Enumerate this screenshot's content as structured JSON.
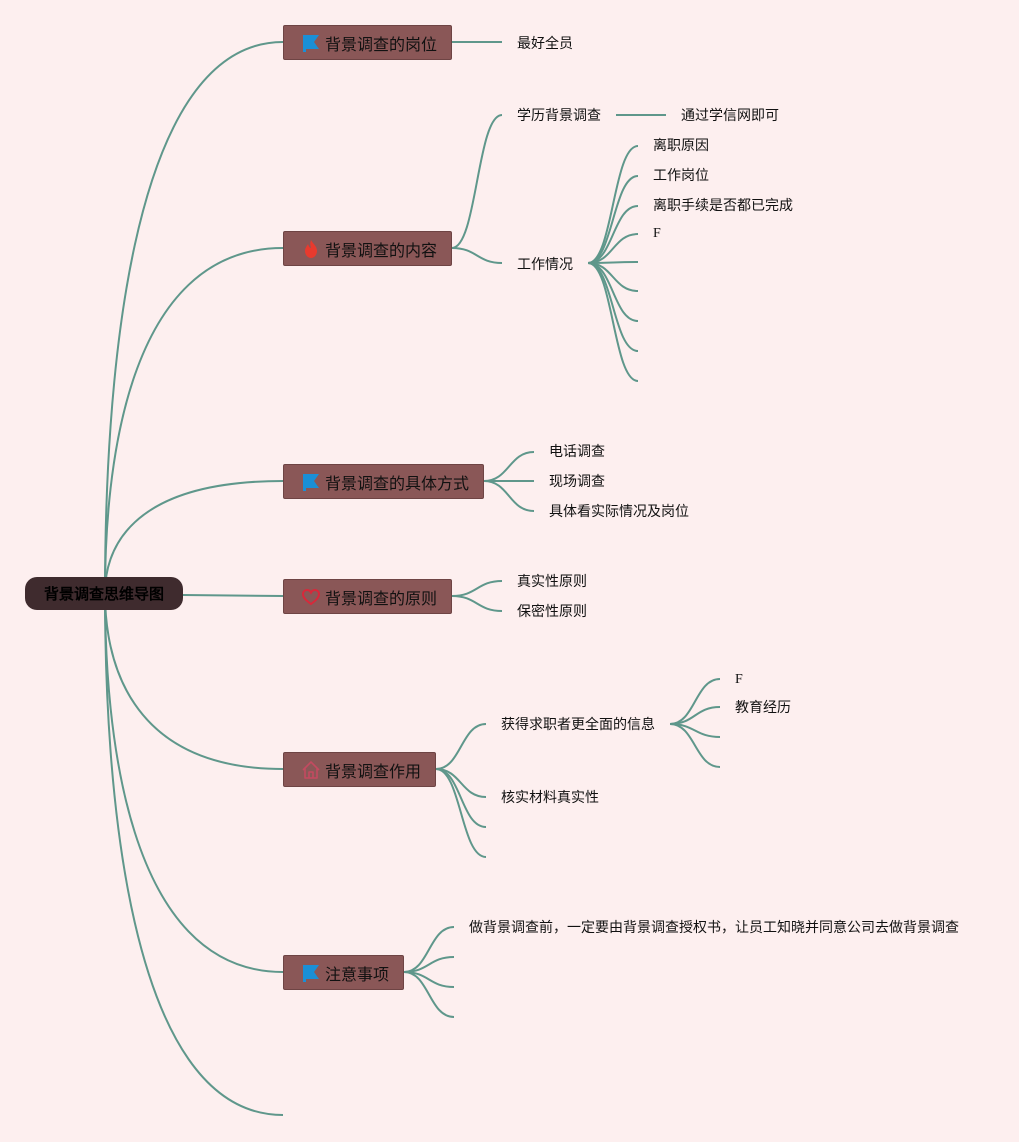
{
  "root": {
    "label": "背景调查思维导图"
  },
  "branches": [
    {
      "label": "背景调查的岗位",
      "icon": "blue-flag-icon",
      "children": [
        {
          "label": "最好全员"
        }
      ]
    },
    {
      "label": "背景调查的内容",
      "icon": "fire-icon",
      "children": [
        {
          "label": "学历背景调查",
          "children": [
            {
              "label": "通过学信网即可"
            }
          ]
        },
        {
          "label": "工作情况",
          "children": [
            {
              "label": "离职原因"
            },
            {
              "label": "工作岗位"
            },
            {
              "label": "离职手续是否都已完成"
            },
            {
              "label": "F"
            },
            {
              "label": ""
            },
            {
              "label": ""
            },
            {
              "label": ""
            },
            {
              "label": ""
            },
            {
              "label": ""
            }
          ]
        }
      ]
    },
    {
      "label": "背景调查的具体方式",
      "icon": "blue-flag-icon",
      "children": [
        {
          "label": "电话调查"
        },
        {
          "label": "现场调查"
        },
        {
          "label": "具体看实际情况及岗位"
        }
      ]
    },
    {
      "label": "背景调查的原则",
      "icon": "heart-icon",
      "children": [
        {
          "label": "真实性原则"
        },
        {
          "label": "保密性原则"
        }
      ]
    },
    {
      "label": "背景调查作用",
      "icon": "home-icon",
      "children": [
        {
          "label": "获得求职者更全面的信息",
          "children": [
            {
              "label": "F"
            },
            {
              "label": "教育经历"
            },
            {
              "label": ""
            },
            {
              "label": ""
            }
          ]
        },
        {
          "label": "核实材料真实性"
        },
        {
          "label": ""
        },
        {
          "label": ""
        }
      ]
    },
    {
      "label": "注意事项",
      "icon": "blue-flag-icon",
      "children": [
        {
          "label": "做背景调查前，一定要由背景调查授权书，让员工知晓并同意公司去做背景调查"
        },
        {
          "label": ""
        },
        {
          "label": ""
        },
        {
          "label": ""
        }
      ]
    }
  ],
  "colors": {
    "background": "#fdefef",
    "root_fill": "#3f2b2e",
    "branch_fill": "#8a5757",
    "link": "#5f978b",
    "flag_blue": "#1a8fd6",
    "fire_red": "#e83a2e",
    "heart_red": "#d9283a",
    "home_pink": "#c44a60"
  }
}
